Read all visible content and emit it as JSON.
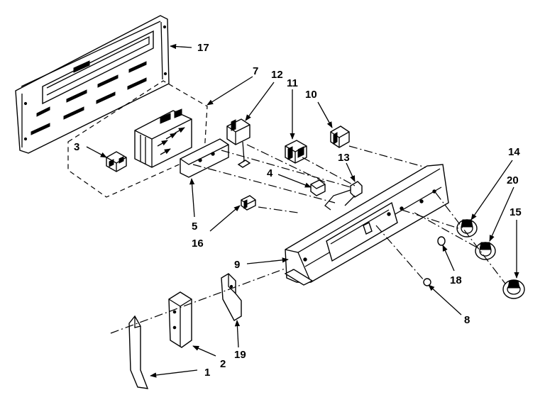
{
  "labels": {
    "p1": "1",
    "p2": "2",
    "p3": "3",
    "p4": "4",
    "p5": "5",
    "p7": "7",
    "p8": "8",
    "p9": "9",
    "p10": "10",
    "p11": "11",
    "p12": "12",
    "p13": "13",
    "p14": "14",
    "p15": "15",
    "p16": "16",
    "p17": "17",
    "p18": "18",
    "p19": "19",
    "p20": "20"
  }
}
